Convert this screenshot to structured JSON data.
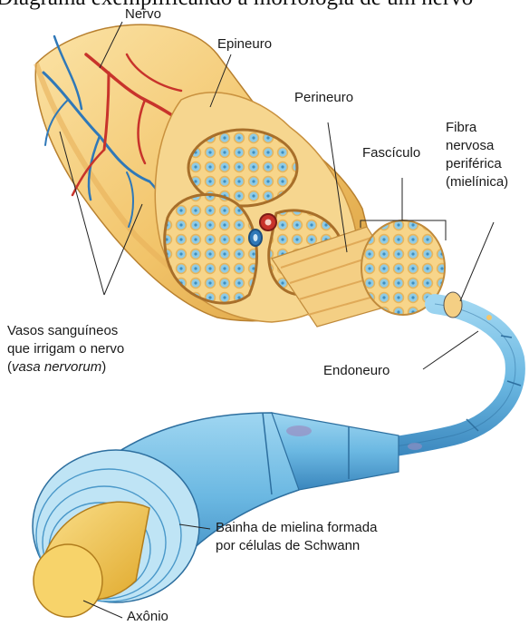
{
  "caption": {
    "text": "Diagrama exemplificando a morfologia de um nervo"
  },
  "labels": {
    "nervo": "Nervo",
    "epineuro": "Epineuro",
    "perineuro": "Perineuro",
    "fasciculo": "Fascículo",
    "fibra": [
      "Fibra",
      "nervosa",
      "periférica",
      "(mielínica)"
    ],
    "vasos": [
      "Vasos sanguíneos",
      "que irrigam o nervo"
    ],
    "vasa_open": "(",
    "vasa_italic": "vasa nervorum",
    "vasa_close": ")",
    "endoneuro": "Endoneuro",
    "bainha": [
      "Bainha de mielina formada",
      "por células de Schwann"
    ],
    "axonio": "Axônio"
  },
  "colors": {
    "nerve_outer": "#f2c46a",
    "nerve_light": "#f9dc97",
    "artery": "#c8332b",
    "vein": "#2f78b8",
    "myelin": "#7cc3e6",
    "myelin_dark": "#3c8fc3",
    "axon": "#f2c34e"
  }
}
